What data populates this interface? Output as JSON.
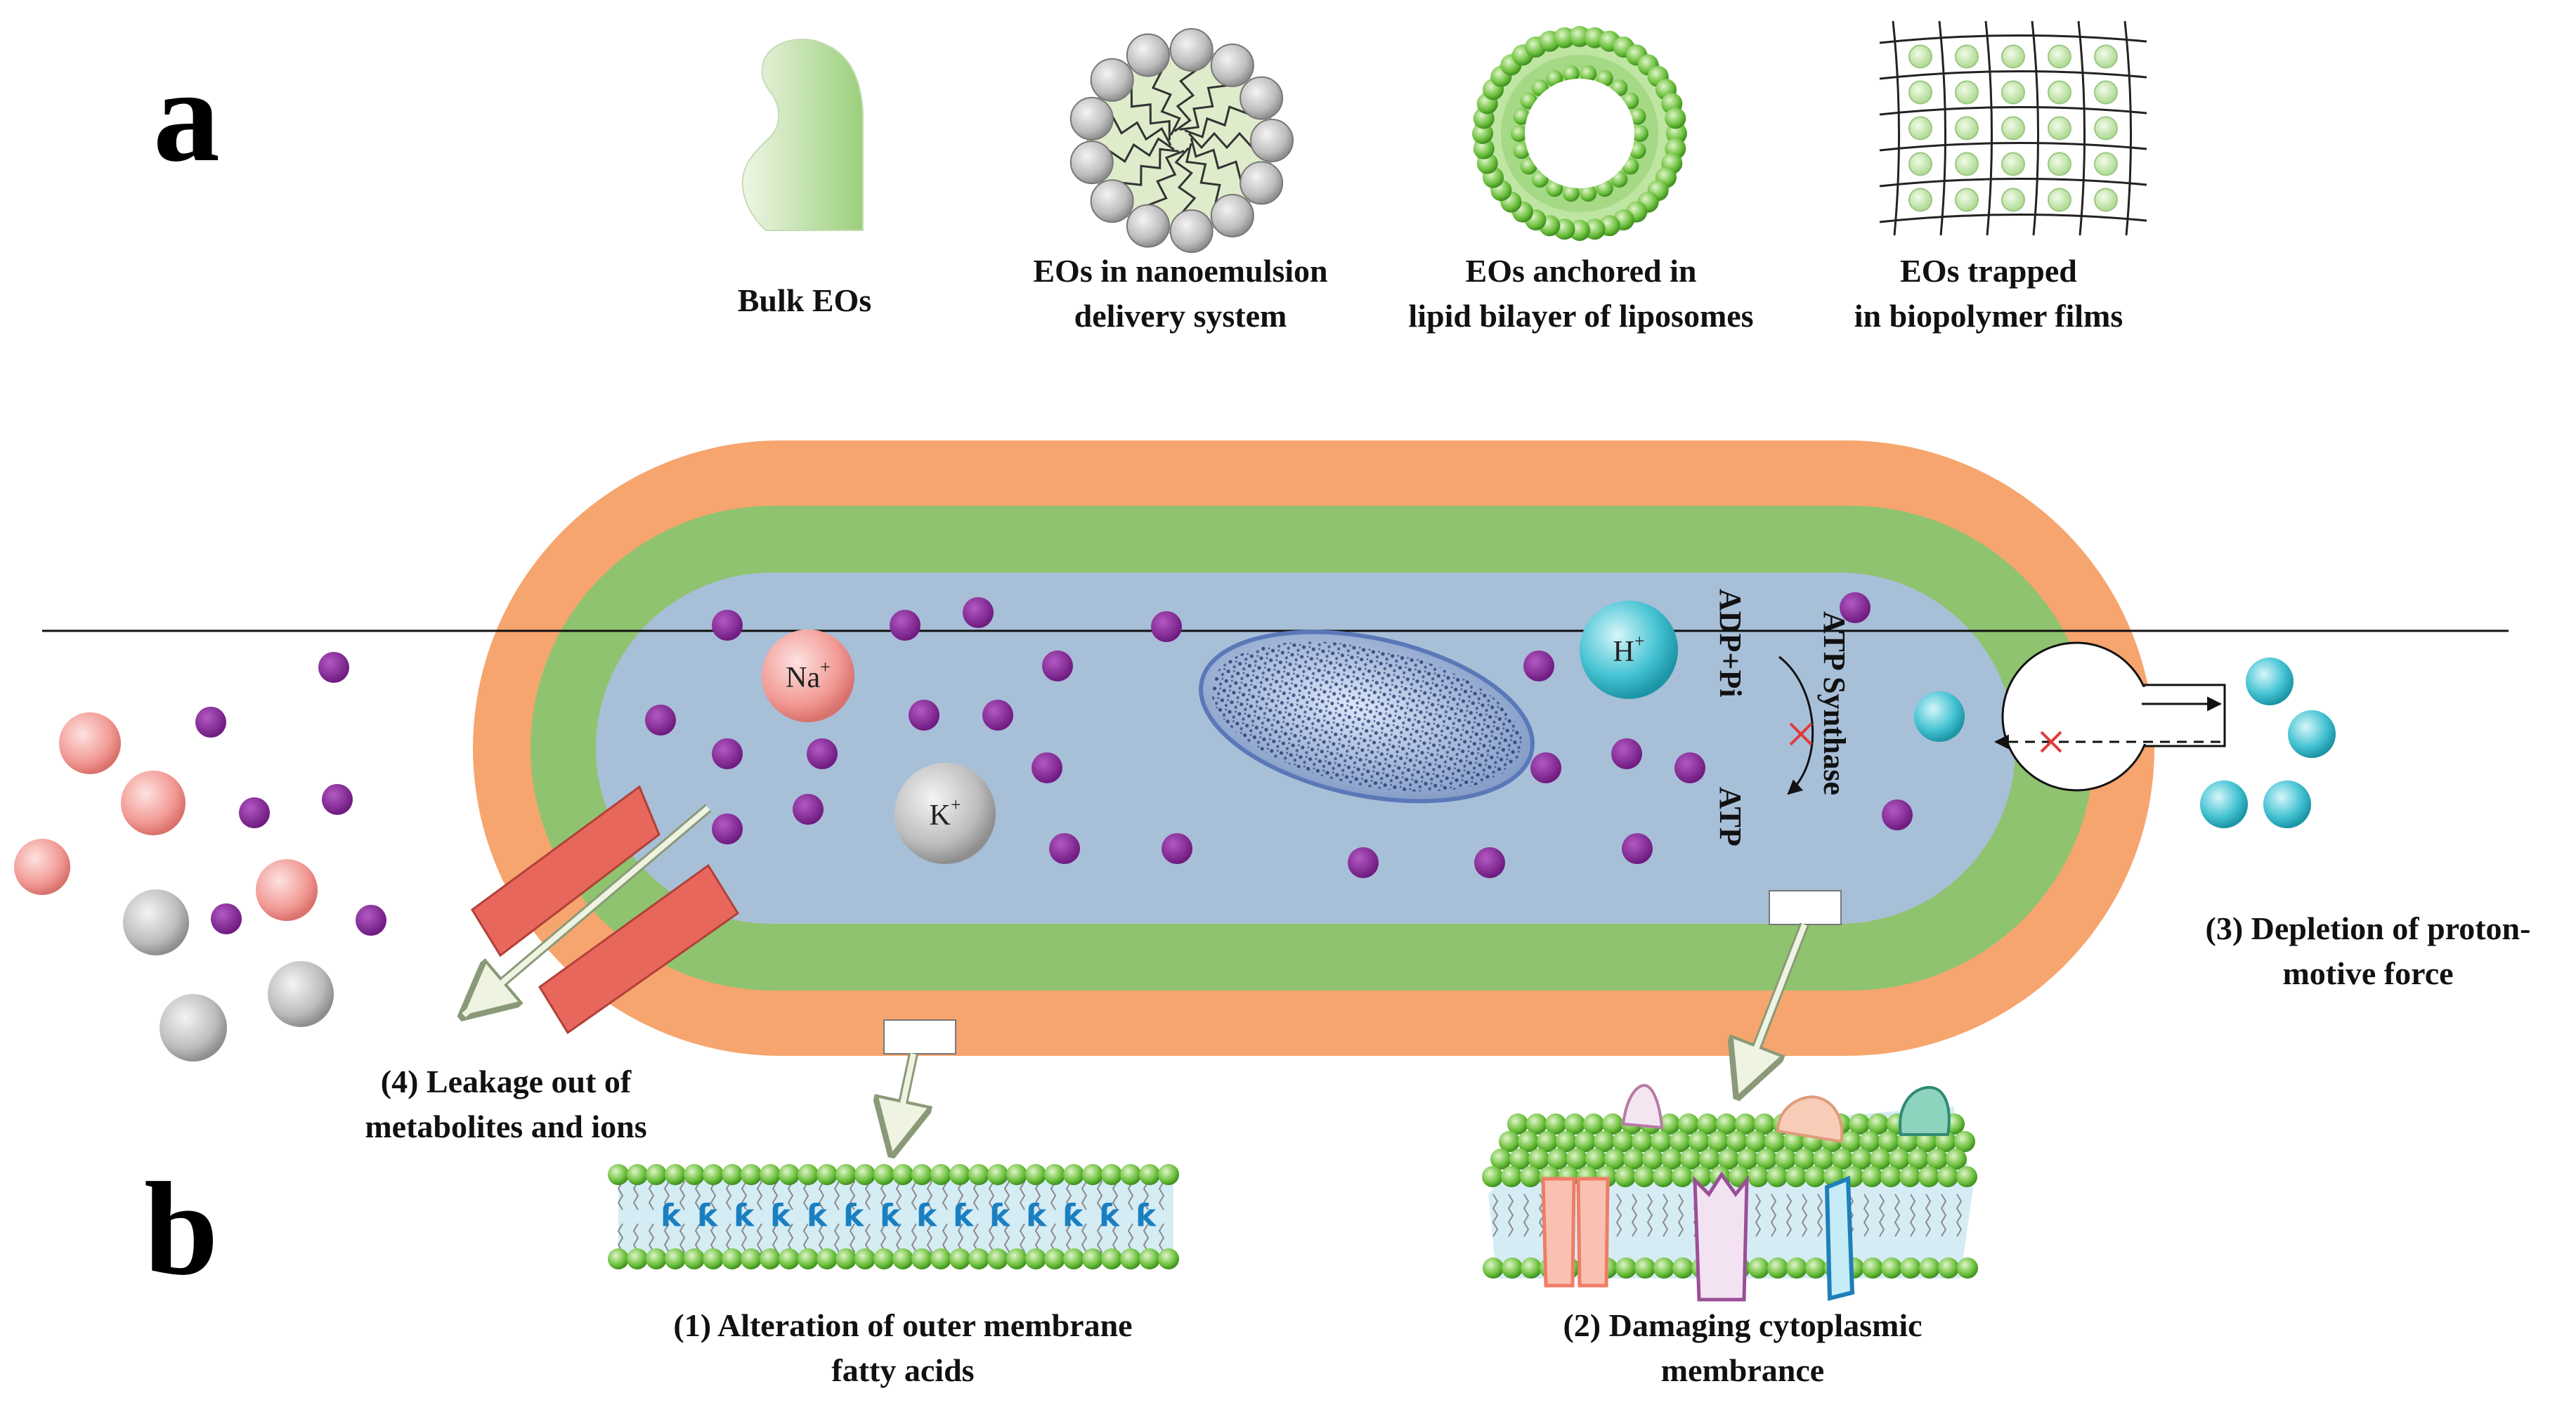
{
  "panels": {
    "a": "a",
    "b": "b"
  },
  "forms": [
    {
      "id": "bulk",
      "lines": [
        "Bulk EOs"
      ]
    },
    {
      "id": "nanoemulsion",
      "lines": [
        "EOs in nanoemulsion",
        "delivery system"
      ]
    },
    {
      "id": "liposome",
      "lines": [
        "EOs anchored in",
        "lipid bilayer of liposomes"
      ]
    },
    {
      "id": "film",
      "lines": [
        "EOs trapped",
        "in biopolymer films"
      ]
    }
  ],
  "ions": {
    "na": "Na",
    "k": "K",
    "h": "H",
    "plus": "+"
  },
  "atp": {
    "adp": "ADP+Pi",
    "atp": "ATP",
    "synthase": "ATP Synthase"
  },
  "mechanisms": {
    "m1": [
      "(1) Alteration of outer membrane",
      "fatty acids"
    ],
    "m2": [
      "(2) Damaging cytoplasmic",
      "membrance"
    ],
    "m3": [
      "(3) Depletion of proton-",
      "motive force"
    ],
    "m4": [
      "(4) Leakage out of",
      "metabolites and ions"
    ]
  },
  "colors": {
    "outer_membrane": "#f6a56e",
    "peptidoglycan": "#8fc36f",
    "cytoplasm": "#a8bfd8",
    "metabolite": "#7b1f8e",
    "na_ion": "#ef8f8b",
    "k_ion": "#bdbdbd",
    "h_ion": "#39bccd",
    "lipid_head": "#6cc03c",
    "channel": "#e8675c"
  }
}
